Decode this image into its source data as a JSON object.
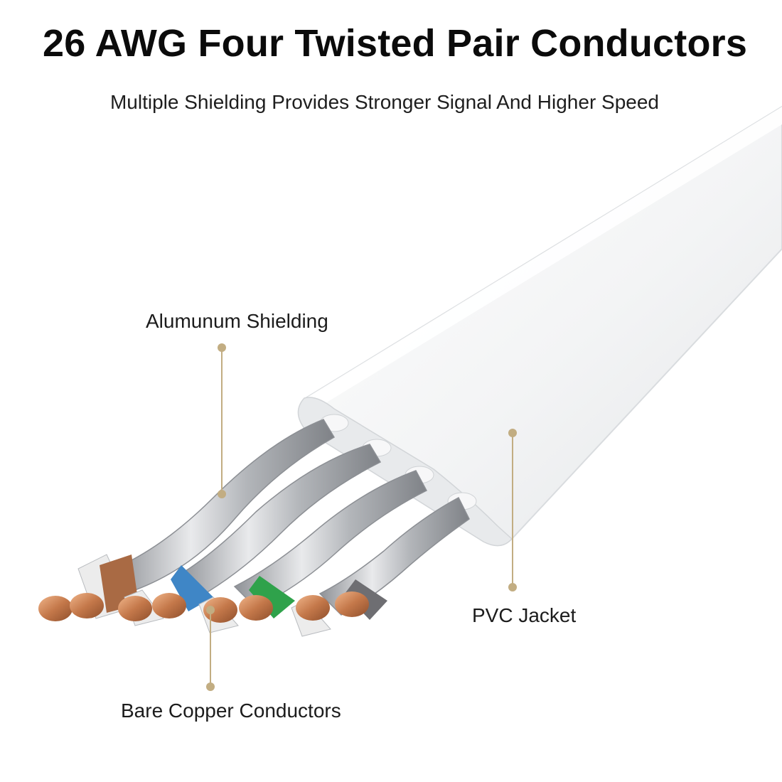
{
  "headline": "26 AWG Four Twisted Pair Conductors",
  "subheadline": "Multiple Shielding Provides Stronger Signal And Higher Speed",
  "callouts": {
    "aluminum_shielding": "Alumunum Shielding",
    "pvc_jacket": "PVC Jacket",
    "bare_copper": "Bare Copper Conductors"
  },
  "colors": {
    "callout_line": "#c2ad82",
    "callout_dot": "#c2ad82",
    "jacket": "#f4f5f6",
    "foil": "#b8bbbf",
    "copper": "#c47a4c",
    "pair_brown": "#a96a44",
    "pair_blue": "#3f86c6",
    "pair_green": "#2fa24b",
    "pair_gray": "#6e6e72"
  },
  "pairs": [
    "brown",
    "blue",
    "green",
    "gray"
  ]
}
